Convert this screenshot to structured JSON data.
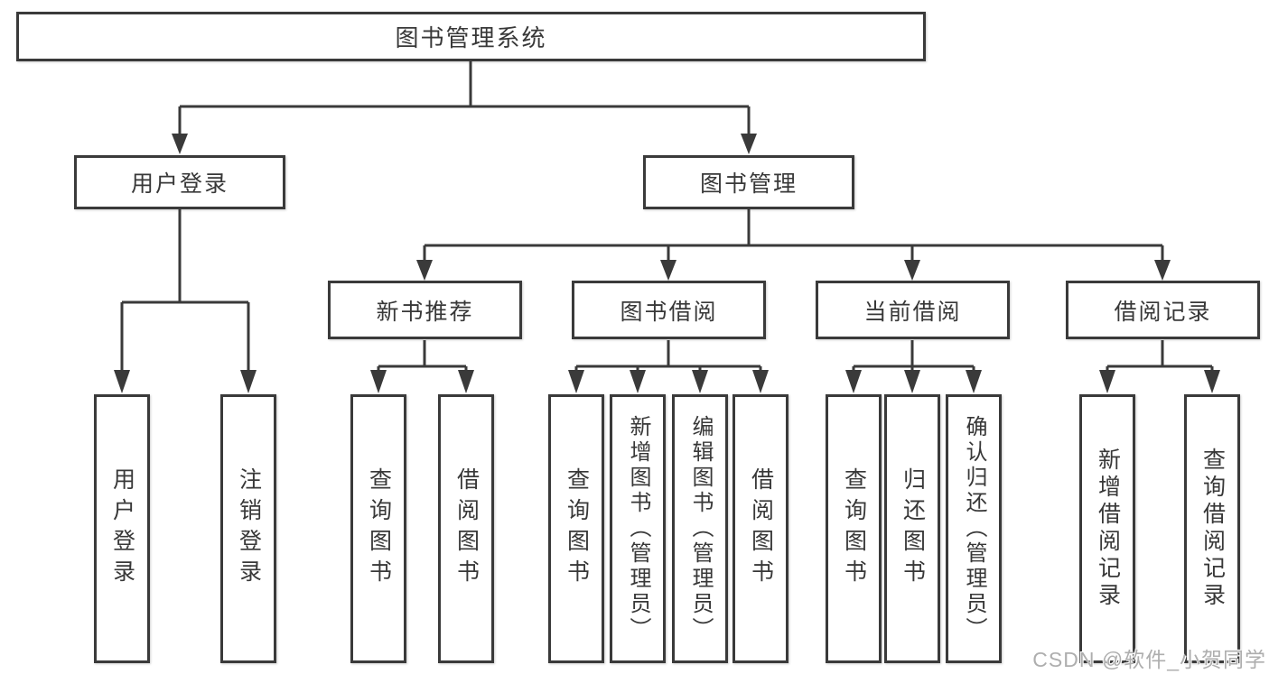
{
  "tree": {
    "root": "图书管理系统",
    "branches": [
      {
        "label": "用户登录",
        "leaves": [
          "用户登录",
          "注销登录"
        ]
      },
      {
        "label": "图书管理",
        "sections": [
          {
            "label": "新书推荐",
            "leaves": [
              "查询图书",
              "借阅图书"
            ]
          },
          {
            "label": "图书借阅",
            "leaves": [
              "查询图书",
              "新增图书（管理员）",
              "编辑图书（管理员）",
              "借阅图书"
            ]
          },
          {
            "label": "当前借阅",
            "leaves": [
              "查询图书",
              "归还图书",
              "确认归还（管理员）"
            ]
          },
          {
            "label": "借阅记录",
            "leaves": [
              "新增借阅记录",
              "查询借阅记录"
            ]
          }
        ]
      }
    ]
  },
  "watermark": "CSDN @软件_小贺同学",
  "colors": {
    "line": "#3a3a3a",
    "text": "#383838",
    "background": "#ffffff",
    "watermark": "#aeaeae"
  }
}
